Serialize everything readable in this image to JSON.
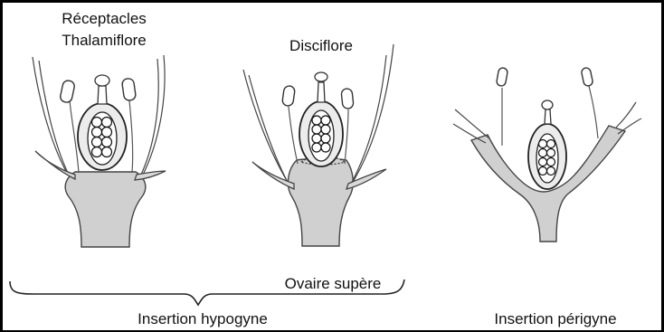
{
  "labels": {
    "receptacles": "Réceptacles",
    "thalamiflore": "Thalamiflore",
    "disciflore": "Disciflore",
    "ovaire_supere": "Ovaire supère",
    "insertion_hypogyne": "Insertion hypogyne",
    "insertion_perigyne": "Insertion périgyne"
  }
}
